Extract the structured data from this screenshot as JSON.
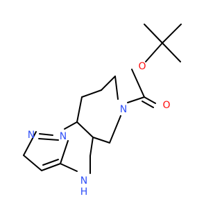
{
  "molecule": {
    "atoms": {
      "carbonyl_oxygen": {
        "symbol": "O",
        "color": "#ff0d0d"
      },
      "ester_oxygen": {
        "symbol": "O",
        "color": "#ff0d0d"
      },
      "piperidine_nitrogen": {
        "symbol": "N",
        "color": "#3050f8"
      },
      "pyrazole_n1": {
        "symbol": "N",
        "color": "#3050f8"
      },
      "pyrazole_n2": {
        "symbol": "N",
        "color": "#3050f8"
      },
      "amine_nh": {
        "symbol": "N",
        "color": "#3050f8"
      },
      "amine_h": {
        "symbol": "H",
        "color": "#3050f8"
      }
    },
    "bond_color": "#000000"
  }
}
